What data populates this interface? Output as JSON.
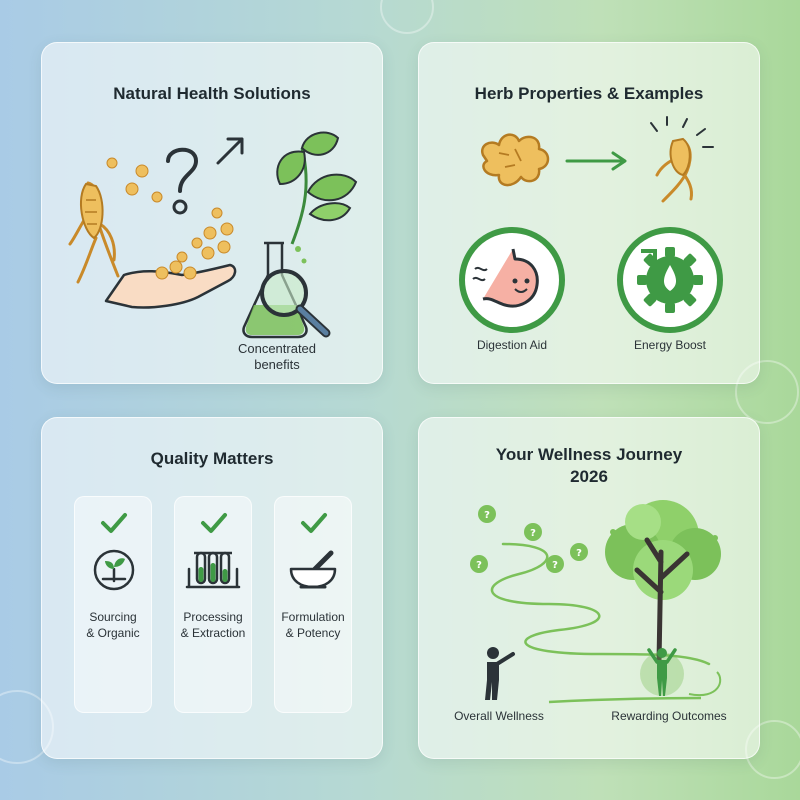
{
  "panels": {
    "natural": {
      "title": "Natural Health Solutions",
      "caption_line1": "Concentrated",
      "caption_line2": "benefits",
      "icons": [
        "ginseng-root-icon",
        "question-mark-icon",
        "arrow-icon",
        "hand-with-pills-icon",
        "leaf-sprig-icon",
        "flask-icon",
        "magnifier-icon"
      ]
    },
    "herb": {
      "title": "Herb Properties & Examples",
      "items": [
        {
          "label": "Digestion Aid",
          "icon": "stomach-icon"
        },
        {
          "label": "Energy Boost",
          "icon": "gear-energy-icon"
        }
      ],
      "icons": [
        "ginger-root-icon",
        "arrow-right-icon",
        "ginseng-root-icon"
      ]
    },
    "quality": {
      "title": "Quality Matters",
      "cards": [
        {
          "line1": "Sourcing",
          "line2": "& Organic",
          "icon": "seedling-icon"
        },
        {
          "line1": "Processing",
          "line2": "& Extraction",
          "icon": "test-tubes-icon"
        },
        {
          "line1": "Formulation",
          "line2": "& Potency",
          "icon": "mortar-pestle-icon"
        }
      ],
      "check_icon": "check-icon"
    },
    "journey": {
      "title_line1": "Your Wellness Journey",
      "title_line2": "2026",
      "start_label": "Overall Wellness",
      "end_label": "Rewarding Outcomes",
      "icons": [
        "person-pointing-icon",
        "tree-icon",
        "person-celebrating-icon",
        "question-bubble-icon"
      ]
    }
  },
  "colors": {
    "accent_green": "#3f9a45",
    "ginseng": "#e8b454",
    "light_green": "#7cc15a"
  }
}
